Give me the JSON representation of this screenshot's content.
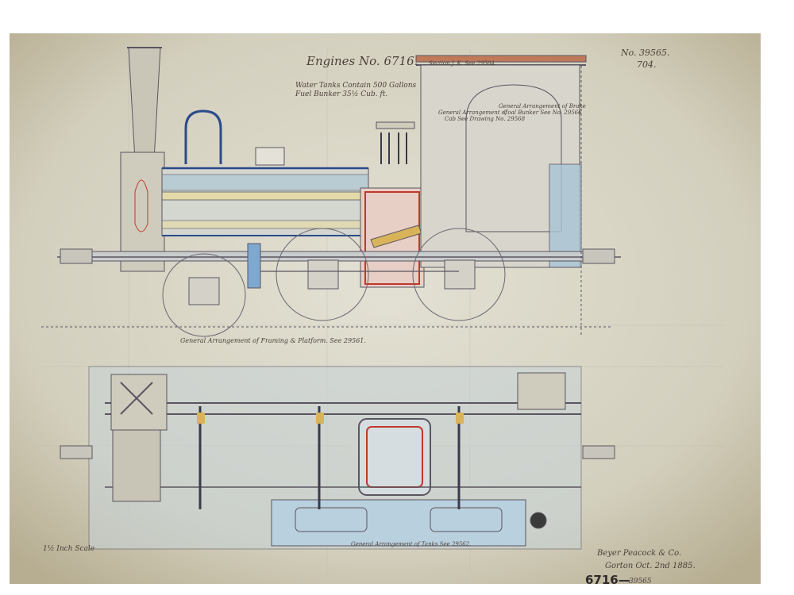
{
  "drawing": {
    "title": "Engines No. 6716.",
    "tank_note": "Water Tanks Contain 500 Gallons",
    "coal_note": "Fuel Bunker  35½ Cub. ft.",
    "ref_number": "No. 39565.",
    "ref_sub": "704.",
    "elevation_caption": "General Arrangement of Framing & Platform. See 29561.",
    "plan_caption": "General Arrangement of Tanks See 29562.",
    "scale_note": "1½ Inch Scale",
    "maker": "Beyer Peacock & Co.",
    "date": "Gorton Oct. 2nd 1885.",
    "stamp_number": "6716—",
    "stamp_sub": "39565",
    "section_label": "Section J. K. See 29564.",
    "arrangement_left_1": "General Arrangement of",
    "arrangement_left_2": "Cab See Drawing No. 29568",
    "arrangement_right_1": "General Arrangement of Brake",
    "arrangement_right_2": "Coal Bunker See No. 29566"
  },
  "colors": {
    "paper": "#d9d6c8",
    "ink": "#5a5560",
    "blue_wash": "#a8c4d6",
    "red_ink": "#c0392b",
    "brass": "#d9b35a",
    "steel_blue": "#2b4a8a"
  }
}
